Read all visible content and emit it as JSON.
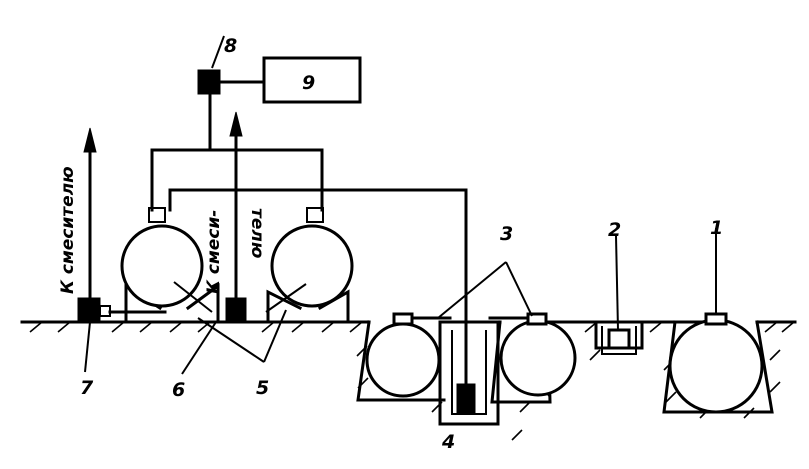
{
  "labels": {
    "n1": "1",
    "n2": "2",
    "n3": "3",
    "n4": "4",
    "n5": "5",
    "n6": "6",
    "n7": "7",
    "n8": "8",
    "n9": "9"
  },
  "arrow_texts": {
    "left": "К смесителю",
    "middle_line1": "К смеси-",
    "middle_line2": "телю"
  }
}
